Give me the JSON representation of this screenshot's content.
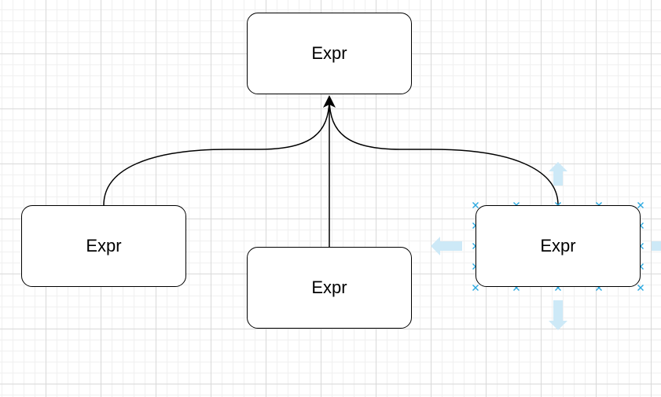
{
  "diagram": {
    "nodes": [
      {
        "id": "top",
        "label": "Expr"
      },
      {
        "id": "left",
        "label": "Expr"
      },
      {
        "id": "middle",
        "label": "Expr"
      },
      {
        "id": "right",
        "label": "Expr",
        "selected": true
      }
    ],
    "edges": [
      {
        "from": "left",
        "to": "top"
      },
      {
        "from": "middle",
        "to": "top"
      },
      {
        "from": "right",
        "to": "top"
      }
    ]
  },
  "colors": {
    "stroke": "#000000",
    "selection_handle": "#29a8e0",
    "hover_arrow": "#cde9f7",
    "grid_major": "#d9d9d9",
    "grid_minor": "#f0f0f0"
  }
}
